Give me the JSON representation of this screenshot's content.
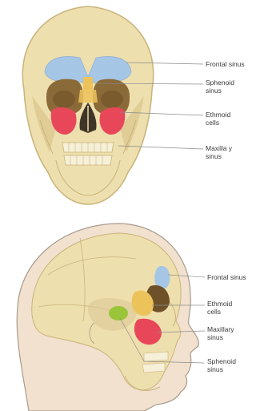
{
  "front_view": {
    "labels": {
      "frontal_sinus": "Frontal sinus",
      "sphenoid_sinus": "Sphenoid\nsinus",
      "ethmoid_cells": "Ethmoid\ncells",
      "maxillary_sinus": "Maxilla y\nsinus"
    }
  },
  "side_view": {
    "labels": {
      "frontal_sinus": "Frontal sinus",
      "ethmoid_cells": "Ethmoid\ncells",
      "maxillary_sinus": "Maxillary\nsinus",
      "sphenoid_sinus": "Sphenoid\nsinus"
    }
  },
  "colors": {
    "bone": "#eedfae",
    "bone_shadow": "#d8c48a",
    "bone_outline": "#c9b37a",
    "frontal_sinus": "#a6c6e6",
    "sphenoid_sinus": "#8a6a38",
    "ethmoid_cells": "#ecc35a",
    "maxillary_sinus": "#e8475a",
    "sphenoid_side": "#9ac43a",
    "skin": "#f2e1cf",
    "skin_outline": "#a89a8c",
    "leader_line": "#8c8c8c"
  }
}
